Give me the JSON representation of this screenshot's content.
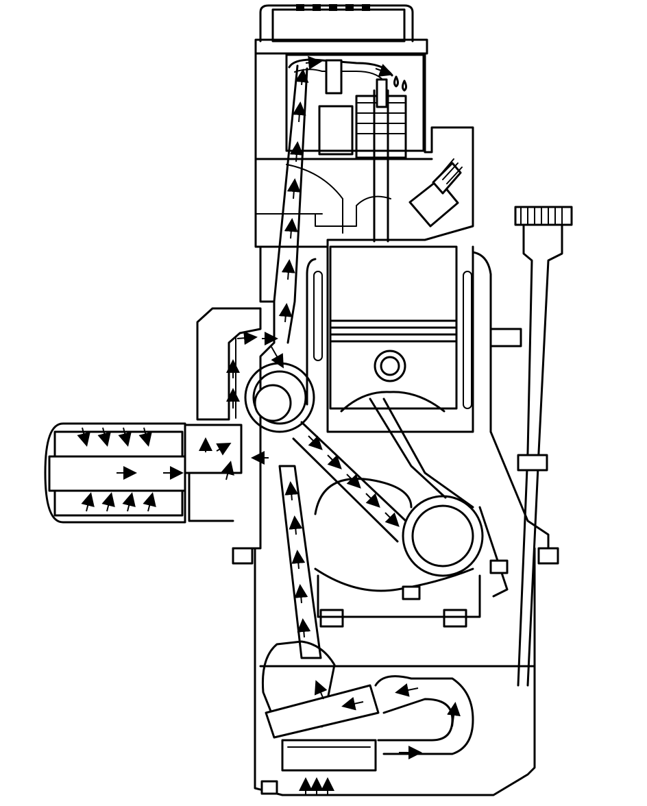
{
  "diagram": {
    "kind": "engine-lubrication-cutaway",
    "text_labels": [],
    "flow_arrows": {
      "filter_inlet": [
        "down",
        "down",
        "down",
        "down",
        "down",
        "up",
        "up",
        "up",
        "up",
        "up"
      ],
      "filter_outlet": [
        "right",
        "right"
      ],
      "main_gallery": [
        "up",
        "up",
        "up",
        "up",
        "up",
        "up",
        "up",
        "up"
      ],
      "rod_passage": [
        "down-right",
        "down-right",
        "down-right",
        "down-right",
        "down-right"
      ],
      "pump_pickup": [
        "up",
        "up",
        "up"
      ],
      "pump_outlet": [
        "left",
        "left",
        "up",
        "right",
        "right"
      ]
    },
    "colors": {
      "line": "#000000",
      "background": "#ffffff"
    }
  }
}
